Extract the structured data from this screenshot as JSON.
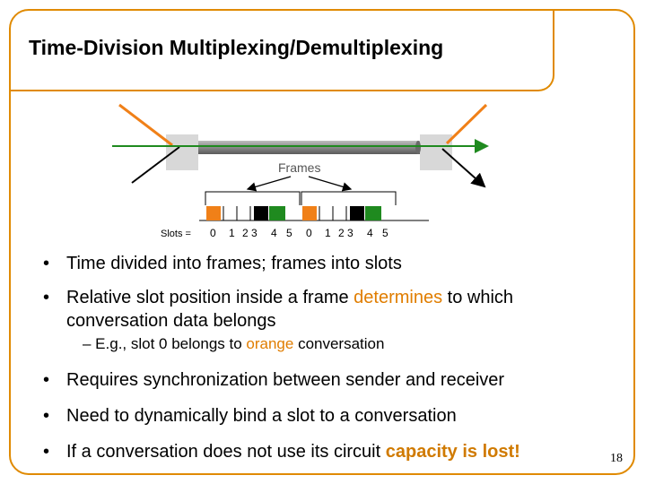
{
  "slide": {
    "title": "Time-Division Multiplexing/Demultiplexing",
    "page_number": "18"
  },
  "diagram": {
    "frames_label": "Frames",
    "slots_label": "Slots =",
    "slot_numbers": [
      "0",
      "1",
      "2 3",
      "4",
      "5",
      "0",
      "1",
      "2 3",
      "4",
      "5"
    ],
    "colors": {
      "orange": "#f08018",
      "green": "#1f8a1f",
      "black": "#000000",
      "accent_border": "#e08a00"
    }
  },
  "bullets": [
    {
      "text": "Time divided into frames; frames into slots"
    },
    {
      "pre": "Relative slot position inside a frame ",
      "highlight": "determines",
      "post": " to which",
      "line2": "conversation data belongs"
    },
    {
      "sub": true,
      "pre": "– E.g., slot 0 belongs to ",
      "highlight": "orange",
      "post": " conversation"
    },
    {
      "text": "Requires synchronization between sender and receiver"
    },
    {
      "text": "Need to dynamically bind a slot to a conversation"
    },
    {
      "pre": "If a conversation does not use its circuit ",
      "highlight": "capacity is lost!"
    }
  ]
}
